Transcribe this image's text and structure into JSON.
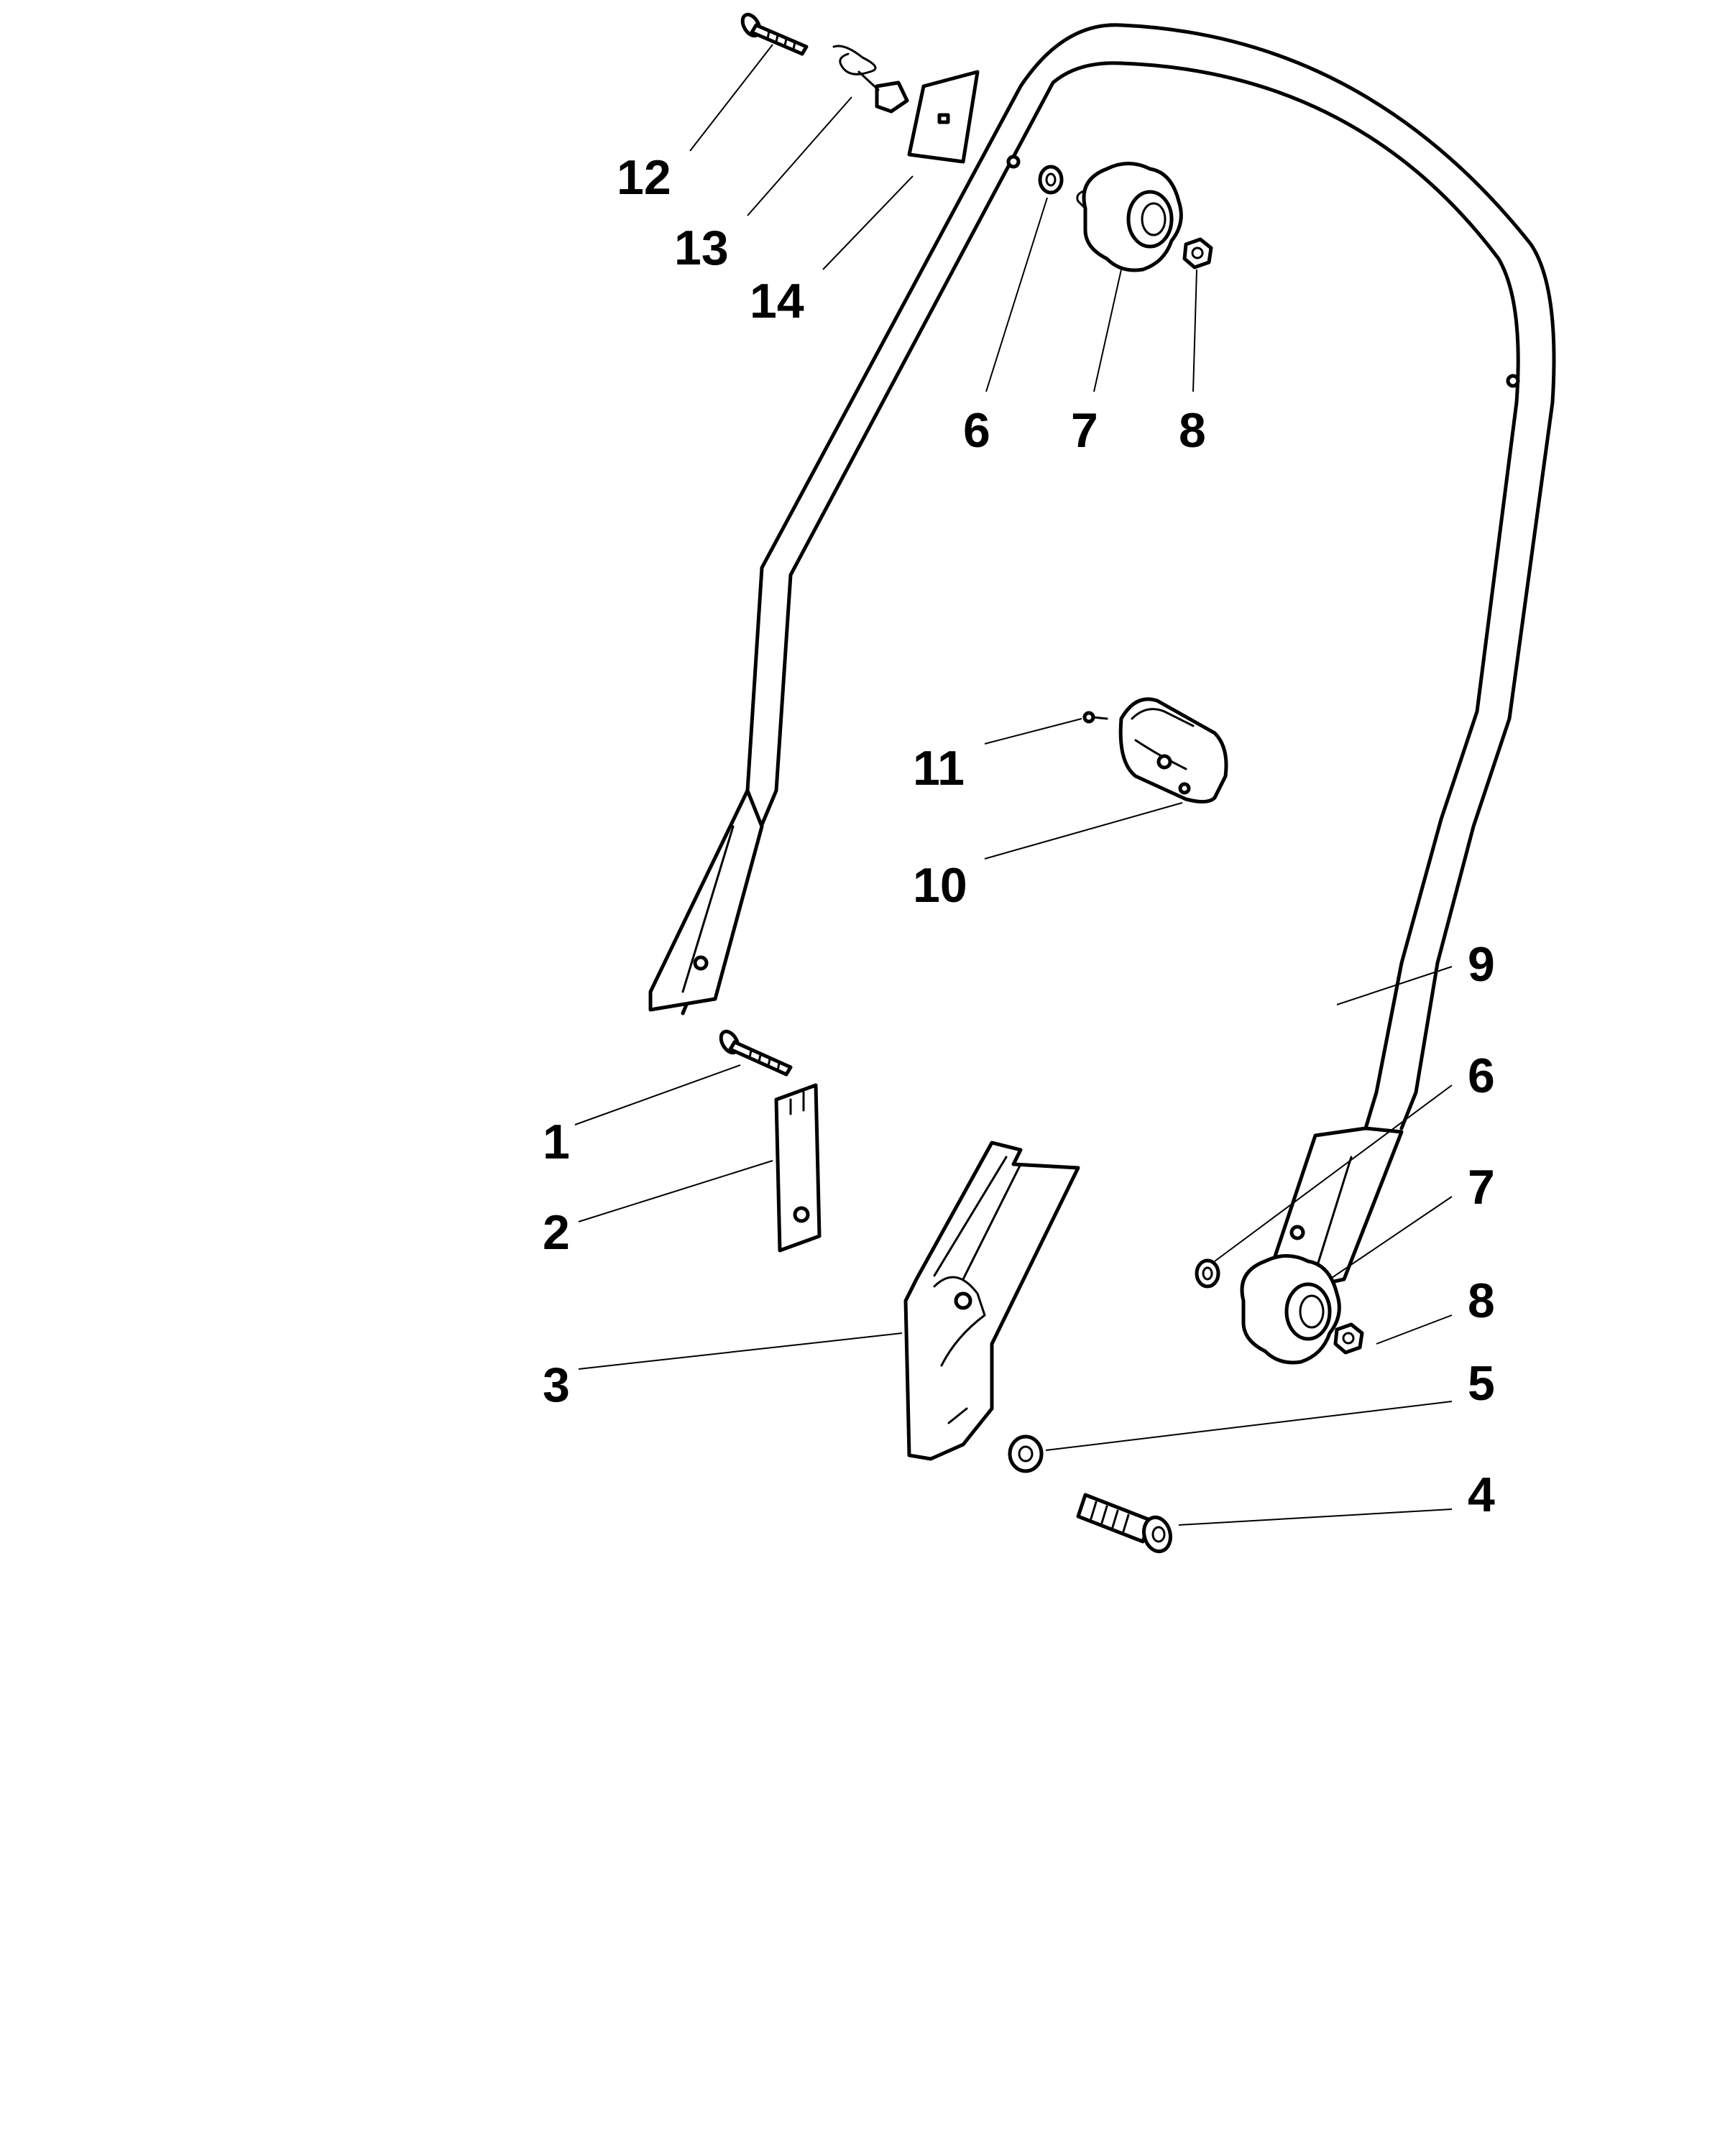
{
  "diagram": {
    "callouts": [
      {
        "id": "c12",
        "label": "12"
      },
      {
        "id": "c13",
        "label": "13"
      },
      {
        "id": "c14",
        "label": "14"
      },
      {
        "id": "c6a",
        "label": "6"
      },
      {
        "id": "c7a",
        "label": "7"
      },
      {
        "id": "c8a",
        "label": "8"
      },
      {
        "id": "c11",
        "label": "11"
      },
      {
        "id": "c10",
        "label": "10"
      },
      {
        "id": "c9",
        "label": "9"
      },
      {
        "id": "c6b",
        "label": "6"
      },
      {
        "id": "c7b",
        "label": "7"
      },
      {
        "id": "c8b",
        "label": "8"
      },
      {
        "id": "c5",
        "label": "5"
      },
      {
        "id": "c4",
        "label": "4"
      },
      {
        "id": "c1",
        "label": "1"
      },
      {
        "id": "c2",
        "label": "2"
      },
      {
        "id": "c3",
        "label": "3"
      }
    ]
  }
}
